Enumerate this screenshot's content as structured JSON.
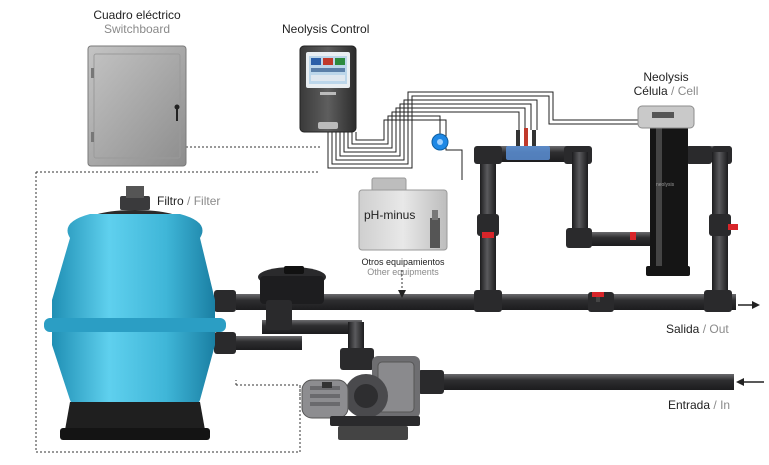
{
  "switchboard": {
    "es": "Cuadro eléctrico",
    "en": "Switchboard"
  },
  "control": {
    "title": "Neolysis Control"
  },
  "cell": {
    "title": "Neolysis",
    "es": "Célula",
    "sep": "/",
    "en": "Cell"
  },
  "filter": {
    "es": "Filtro",
    "sep": "/",
    "en": "Filter"
  },
  "ph_tank": {
    "label": "pH-minus"
  },
  "other_equipment": {
    "es": "Otros equipamientos",
    "en": "Other equipments"
  },
  "outlet": {
    "es": "Salida",
    "sep": "/",
    "en": "Out"
  },
  "inlet": {
    "es": "Entrada",
    "sep": "/",
    "en": "In"
  },
  "colors": {
    "filter_body": "#3fb6d8",
    "pipe": "#3a3a3c",
    "cabinet": "#a7a7a7",
    "valve_red": "#d8252a"
  }
}
